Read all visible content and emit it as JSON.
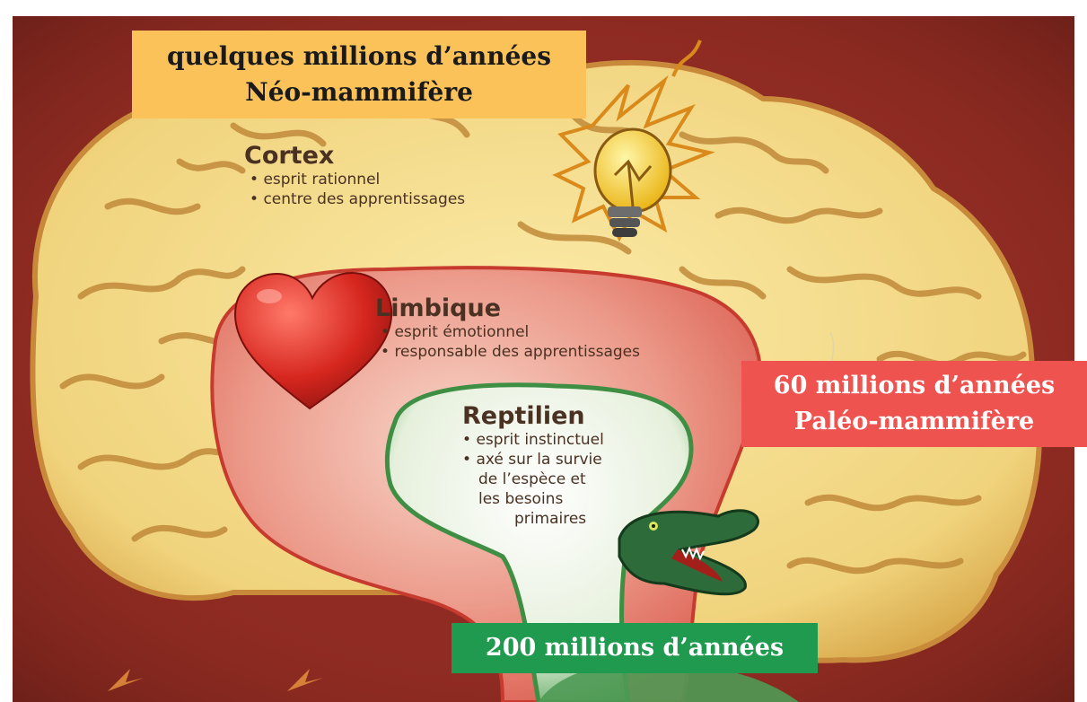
{
  "colors": {
    "background_red": "#8f2b22",
    "brain_yellow": "#f3dc8e",
    "limbic_red": "#e87a6e",
    "reptilian_green": "#f2f4ea",
    "neo_label_bg": "#fbc25a",
    "paleo_label_bg": "#ef5350",
    "reptile_label_bg": "#1f9a4f"
  },
  "labels": {
    "neo": {
      "line1": "quelques millions d’années",
      "line2": "Néo-mammifère"
    },
    "paleo": {
      "line1": "60 millions d’années",
      "line2": "Paléo-mammifère"
    },
    "reptile": {
      "line1": "200 millions d’années"
    }
  },
  "regions": {
    "cortex": {
      "title": "Cortex",
      "bullets": [
        "esprit rationnel",
        "centre des apprentissages"
      ]
    },
    "limbique": {
      "title": "Limbique",
      "bullets": [
        "esprit émotionnel",
        "responsable des apprentissages"
      ]
    },
    "reptilien": {
      "title": "Reptilien",
      "bullets": [
        "esprit instinctuel",
        "axé sur la survie",
        "de l’espèce et",
        "les besoins",
        "primaires"
      ]
    }
  },
  "icons": [
    "lightbulb-icon",
    "heart-icon",
    "crocodile-icon",
    "arrow-icon"
  ]
}
